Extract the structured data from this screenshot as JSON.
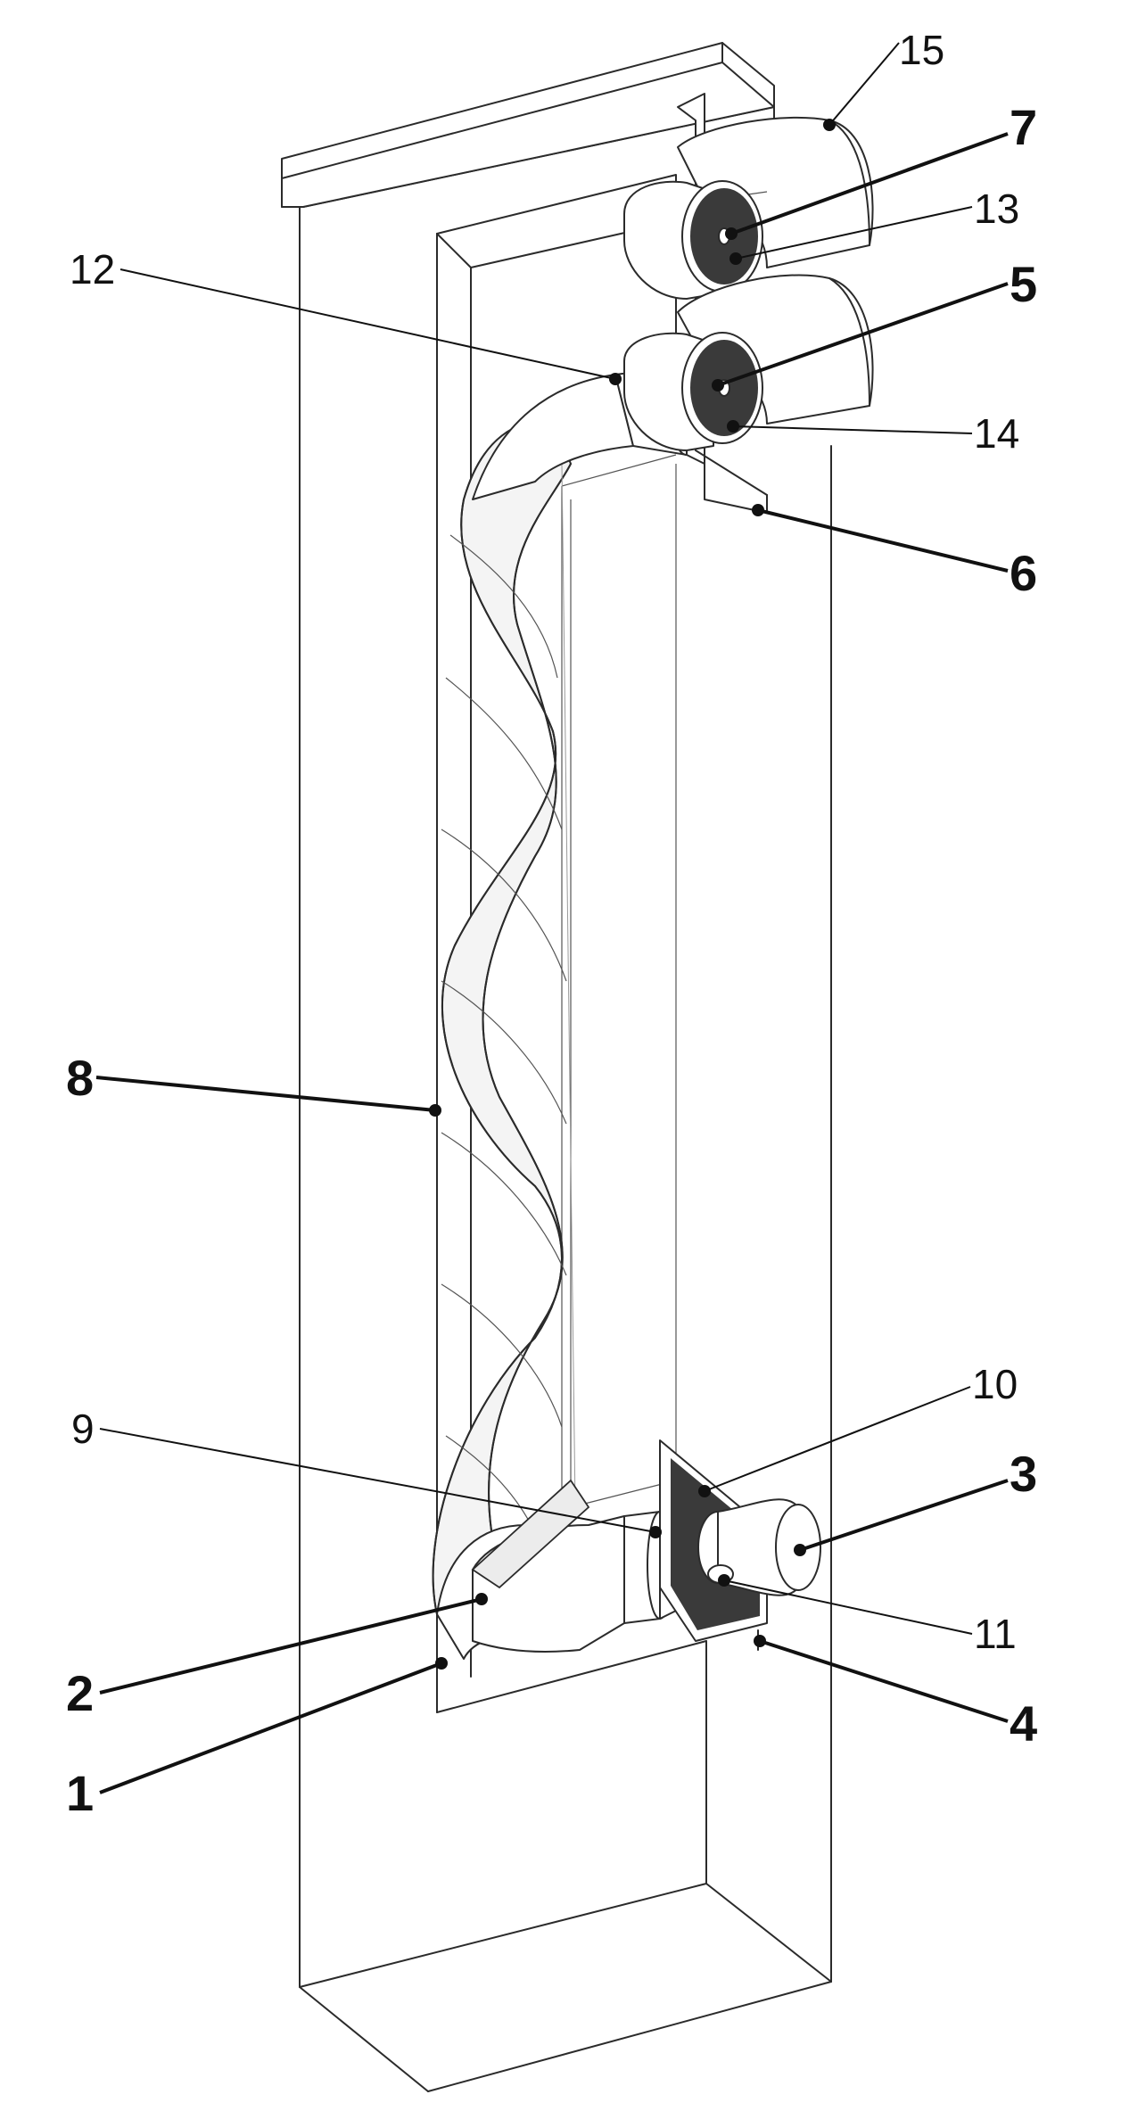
{
  "labels": [
    {
      "id": "1",
      "text": "1",
      "bold": true
    },
    {
      "id": "2",
      "text": "2",
      "bold": true
    },
    {
      "id": "3",
      "text": "3",
      "bold": true
    },
    {
      "id": "4",
      "text": "4",
      "bold": true
    },
    {
      "id": "5",
      "text": "5",
      "bold": true
    },
    {
      "id": "6",
      "text": "6",
      "bold": true
    },
    {
      "id": "7",
      "text": "7",
      "bold": true
    },
    {
      "id": "8",
      "text": "8",
      "bold": true
    },
    {
      "id": "9",
      "text": "9",
      "bold": false
    },
    {
      "id": "10",
      "text": "10",
      "bold": false
    },
    {
      "id": "11",
      "text": "11",
      "bold": false
    },
    {
      "id": "12",
      "text": "12",
      "bold": false
    },
    {
      "id": "13",
      "text": "13",
      "bold": false
    },
    {
      "id": "14",
      "text": "14",
      "bold": false
    },
    {
      "id": "15",
      "text": "15",
      "bold": false
    }
  ],
  "colors": {
    "ink": "#111111",
    "background": "#ffffff"
  }
}
